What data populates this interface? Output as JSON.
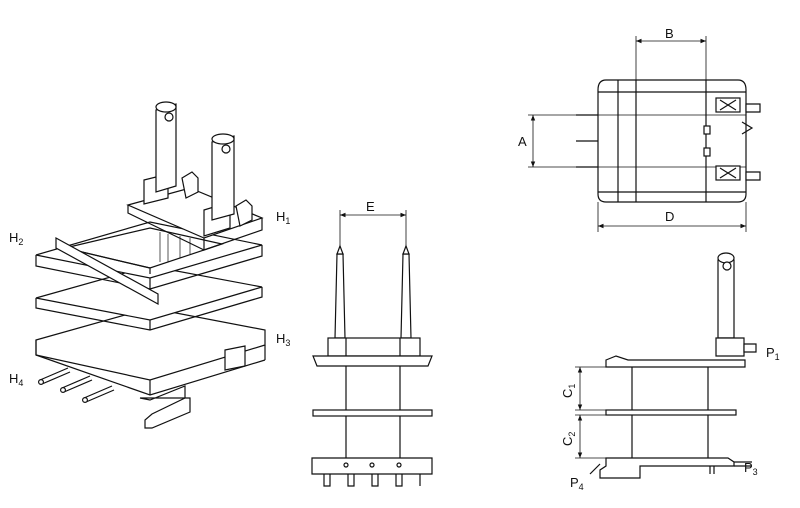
{
  "labels": {
    "h1": {
      "main": "H",
      "sub": "1"
    },
    "h2": {
      "main": "H",
      "sub": "2"
    },
    "h3": {
      "main": "H",
      "sub": "3"
    },
    "h4": {
      "main": "H",
      "sub": "4"
    },
    "e": "E",
    "a": "A",
    "b": "B",
    "d": "D",
    "c1": {
      "main": "C",
      "sub": "1"
    },
    "c2": {
      "main": "C",
      "sub": "2"
    },
    "p1": {
      "main": "P",
      "sub": "1"
    },
    "p3": {
      "main": "P",
      "sub": "3"
    },
    "p4": {
      "main": "P",
      "sub": "4"
    }
  },
  "colors": {
    "line": "#111111",
    "background": "#ffffff"
  }
}
